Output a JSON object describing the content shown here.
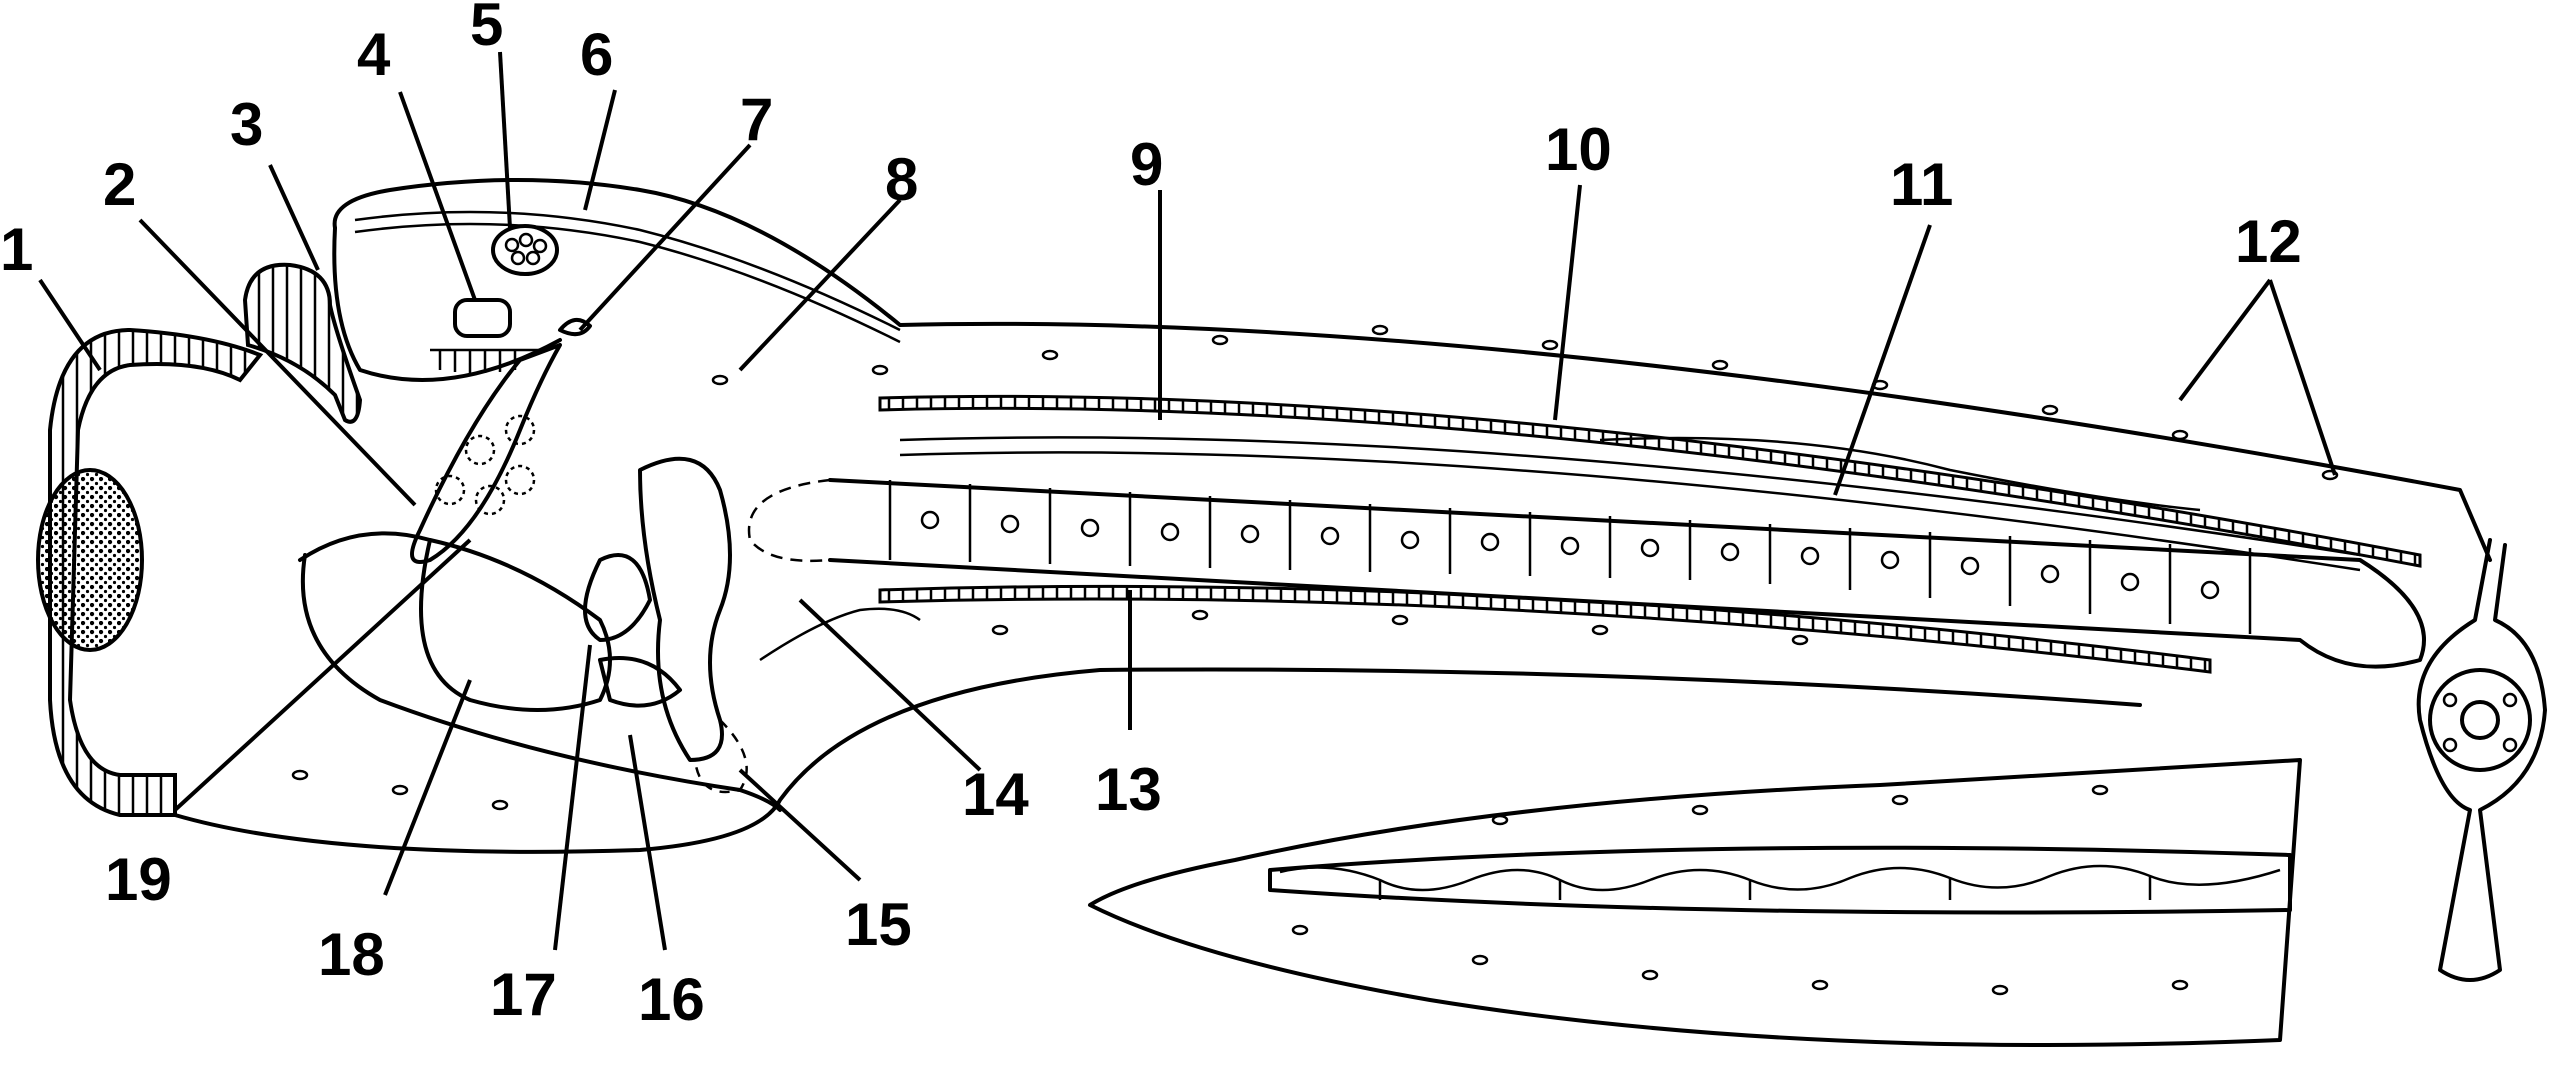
{
  "diagram": {
    "labels": [
      "1",
      "2",
      "3",
      "4",
      "5",
      "6",
      "7",
      "8",
      "9",
      "10",
      "11",
      "12",
      "13",
      "14",
      "15",
      "16",
      "17",
      "18",
      "19"
    ]
  },
  "colors": {
    "ink": "#000000",
    "paper": "#ffffff"
  }
}
